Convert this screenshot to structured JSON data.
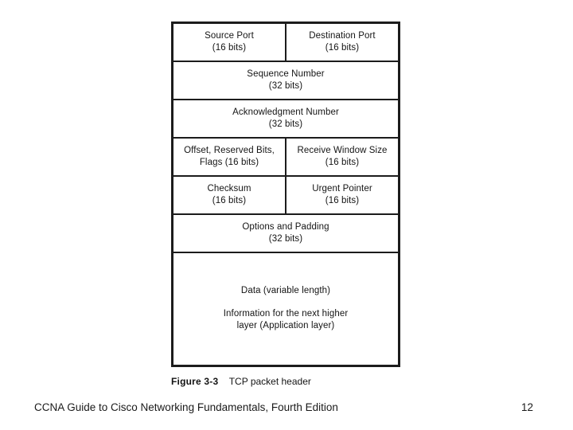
{
  "slide": {
    "background_color": "#ffffff",
    "ink_color": "#1a1a1a"
  },
  "figure": {
    "caption_label": "Figure 3-3",
    "caption_text": "TCP packet header",
    "rows": [
      {
        "kind": "split",
        "left": {
          "line1": "Source Port",
          "line2": "(16 bits)"
        },
        "right": {
          "line1": "Destination Port",
          "line2": "(16 bits)"
        }
      },
      {
        "kind": "full",
        "cell": {
          "line1": "Sequence Number",
          "line2": "(32 bits)"
        }
      },
      {
        "kind": "full",
        "cell": {
          "line1": "Acknowledgment Number",
          "line2": "(32 bits)"
        }
      },
      {
        "kind": "split",
        "left": {
          "line1": "Offset, Reserved Bits,",
          "line2": "Flags (16 bits)"
        },
        "right": {
          "line1": "Receive Window Size",
          "line2": "(16 bits)"
        }
      },
      {
        "kind": "split",
        "left": {
          "line1": "Checksum",
          "line2": "(16 bits)"
        },
        "right": {
          "line1": "Urgent Pointer",
          "line2": "(16 bits)"
        }
      },
      {
        "kind": "full",
        "cell": {
          "line1": "Options and Padding",
          "line2": "(32 bits)"
        }
      },
      {
        "kind": "data",
        "cell": {
          "line1": "Data (variable length)",
          "line2": "Information for the next higher",
          "line3": "layer (Application layer)"
        }
      }
    ]
  },
  "footer": {
    "title": "CCNA Guide to Cisco Networking Fundamentals, Fourth Edition",
    "page_number": "12"
  }
}
